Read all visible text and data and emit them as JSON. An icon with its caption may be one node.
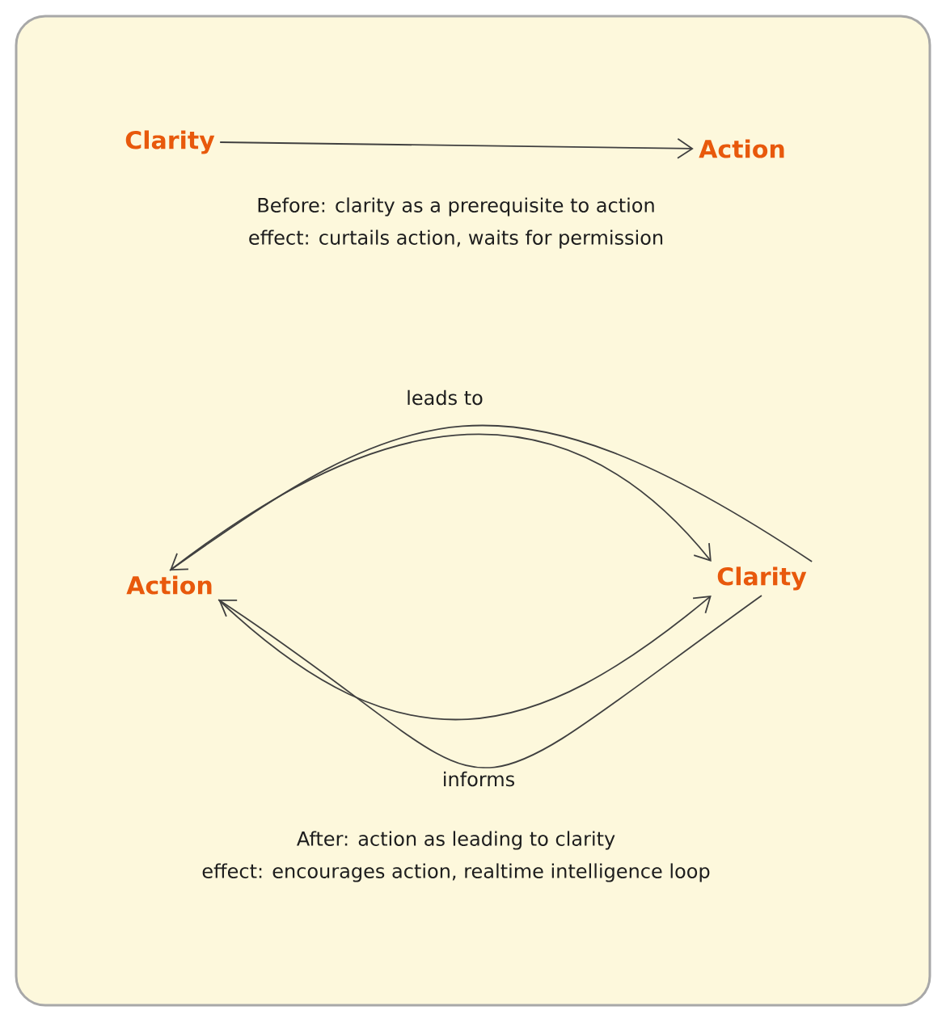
{
  "diagram": {
    "nodes": [
      {
        "text": [
          "Clarity"
        ]
      },
      {
        "text": [
          "Action"
        ]
      },
      {
        "text": [
          "Action"
        ]
      },
      {
        "text": [
          "Clarity"
        ]
      }
    ],
    "edges": [
      {
        "from": 0,
        "to": 1,
        "arrow": "to"
      },
      {
        "from": 2,
        "to": 3,
        "arrow": "to",
        "label": "leads to"
      },
      {
        "from": 3,
        "to": 2,
        "arrow": "to"
      },
      {
        "from": 2,
        "to": 3,
        "arrow": "to"
      },
      {
        "from": 3,
        "to": 2,
        "arrow": "to",
        "label": "informs"
      }
    ],
    "labels": [
      "Before: clarity as a prerequisite to action",
      "effect: curtails action, waits for permission",
      "After: action as leading to clarity",
      "effect: encourages action, realtime intelligence loop"
    ]
  }
}
